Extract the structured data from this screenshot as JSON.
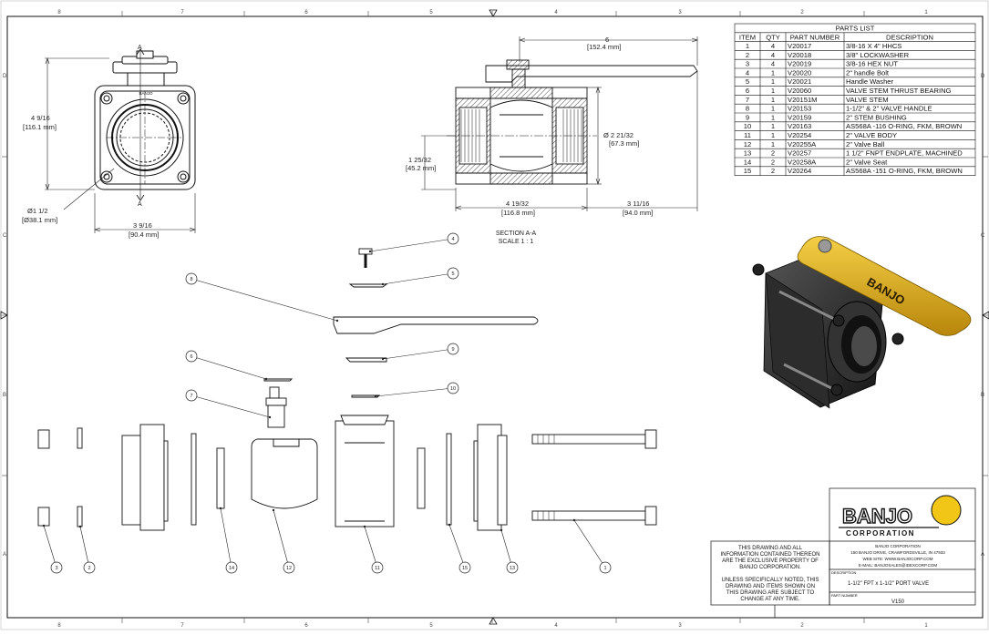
{
  "zone_columns": [
    "8",
    "7",
    "6",
    "5",
    "4",
    "3",
    "2",
    "1"
  ],
  "zone_rows": [
    "D",
    "C",
    "B",
    "A"
  ],
  "dimensions": {
    "overall_length": "6",
    "overall_length_mm": "[152.4 mm]",
    "body_height": "4 9/16",
    "body_height_mm": "[116.1 mm]",
    "body_width": "3 9/16",
    "body_width_mm": "[90.4 mm]",
    "port_dia": "Ø1 1/2",
    "port_dia_mm": "[Ø38.1 mm]",
    "outer_dia": "Ø  2 21/32",
    "outer_dia_mm": "[67.3 mm]",
    "center_height": "1 25/32",
    "center_height_mm": "[45.2 mm]",
    "body_length": "4 19/32",
    "body_length_mm": "[116.8 mm]",
    "handle_ext": "3 11/16",
    "handle_ext_mm": "[94.0 mm]"
  },
  "section_label": "SECTION A-A",
  "section_scale": "SCALE 1 : 1",
  "section_marks": [
    "A",
    "A"
  ],
  "brand_on_part": "BANJO",
  "parts_list": {
    "title": "PARTS LIST",
    "headers": [
      "ITEM",
      "QTY",
      "PART NUMBER",
      "DESCRIPTION"
    ],
    "rows": [
      [
        "1",
        "4",
        "V20017",
        "3/8-16 X 4\" HHCS"
      ],
      [
        "2",
        "4",
        "V20018",
        "3/8\" LOCKWASHER"
      ],
      [
        "3",
        "4",
        "V20019",
        "3/8-16 HEX NUT"
      ],
      [
        "4",
        "1",
        "V20020",
        "2\" handle Bolt"
      ],
      [
        "5",
        "1",
        "V20021",
        "Handle Washer"
      ],
      [
        "6",
        "1",
        "V20060",
        "VALVE STEM THRUST BEARING"
      ],
      [
        "7",
        "1",
        "V20151M",
        "VALVE STEM"
      ],
      [
        "8",
        "1",
        "V20153",
        "1-1/2\" & 2\" VALVE HANDLE"
      ],
      [
        "9",
        "1",
        "V20159",
        "2\" STEM BUSHING"
      ],
      [
        "10",
        "1",
        "V20163",
        "AS568A -116 O-RING, FKM, BROWN"
      ],
      [
        "11",
        "1",
        "V20254",
        "2\" VALVE BODY"
      ],
      [
        "12",
        "1",
        "V20255A",
        "2\" Valve Ball"
      ],
      [
        "13",
        "2",
        "V20257",
        "1 1/2\" FNPT ENDPLATE, MACHINED"
      ],
      [
        "14",
        "2",
        "V20258A",
        "2\" Valve Seat"
      ],
      [
        "15",
        "2",
        "V20264",
        "AS568A -151 O-RING, FKM, BROWN"
      ]
    ]
  },
  "balloons": [
    "4",
    "5",
    "8",
    "9",
    "6",
    "10",
    "7",
    "3",
    "2",
    "14",
    "12",
    "11",
    "15",
    "13",
    "1"
  ],
  "title_block": {
    "logo_text": "BANJO",
    "logo_sub": "CORPORATION",
    "company": "BANJO CORPORATION",
    "address": "150 BANJO DRIVE, CRAWFORDSVILLE, IN 47933",
    "website": "WEB SITE: WWW.BANJOCORP.COM",
    "email": "E-MAIL: BANJOSALES@IDEXCORP.COM",
    "desc_label": "DESCRIPTION",
    "description": "1-1/2\" FPT x 1-1/2\" PORT VALVE",
    "partno_label": "PART NUMBER",
    "part_number": "V150",
    "notice1": [
      "THIS DRAWING AND ALL",
      "INFORMATION CONTAINED THEREON",
      "ARE THE EXCLUSIVE PROPERTY OF",
      "BANJO CORPORATION."
    ],
    "notice2": [
      "UNLESS SPECIFICALLY NOTED, THIS",
      "DRAWING AND ITEMS SHOWN ON",
      "THIS DRAWING ARE SUBJECT TO",
      "CHANGE AT ANY TIME."
    ]
  },
  "colors": {
    "handle_yellow": "#e7b51c",
    "valve_body": "#2a2a2a",
    "logo_yellow": "#f2c617",
    "line": "#111111"
  }
}
